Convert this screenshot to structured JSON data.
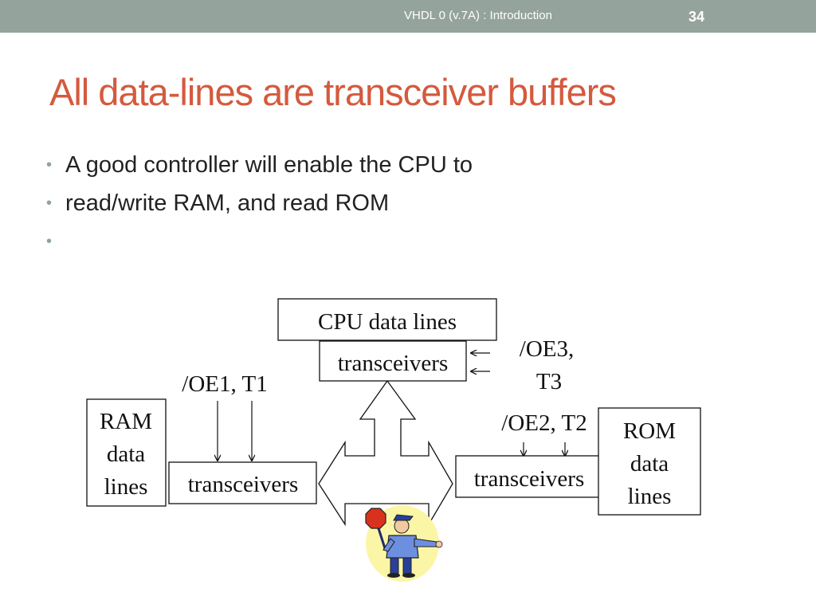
{
  "header": {
    "text": "VHDL 0 (v.7A) : Introduction",
    "slide_number": "34"
  },
  "title": "All data-lines are transceiver buffers",
  "bullets": [
    "A good controller will enable the CPU to",
    "read/write RAM, and read ROM",
    ""
  ],
  "diagram": {
    "cpu_box": "CPU data lines",
    "cpu_transceivers": "transceivers",
    "oe3_line1": "/OE3,",
    "oe3_line2": "T3",
    "oe1": "/OE1, T1",
    "oe2": "/OE2, T2",
    "ram_line1": "RAM",
    "ram_line2": "data",
    "ram_line3": "lines",
    "ram_transceivers": "transceivers",
    "rom_transceivers": "transceivers",
    "rom_line1": "ROM",
    "rom_line2": "data",
    "rom_line3": "lines"
  }
}
